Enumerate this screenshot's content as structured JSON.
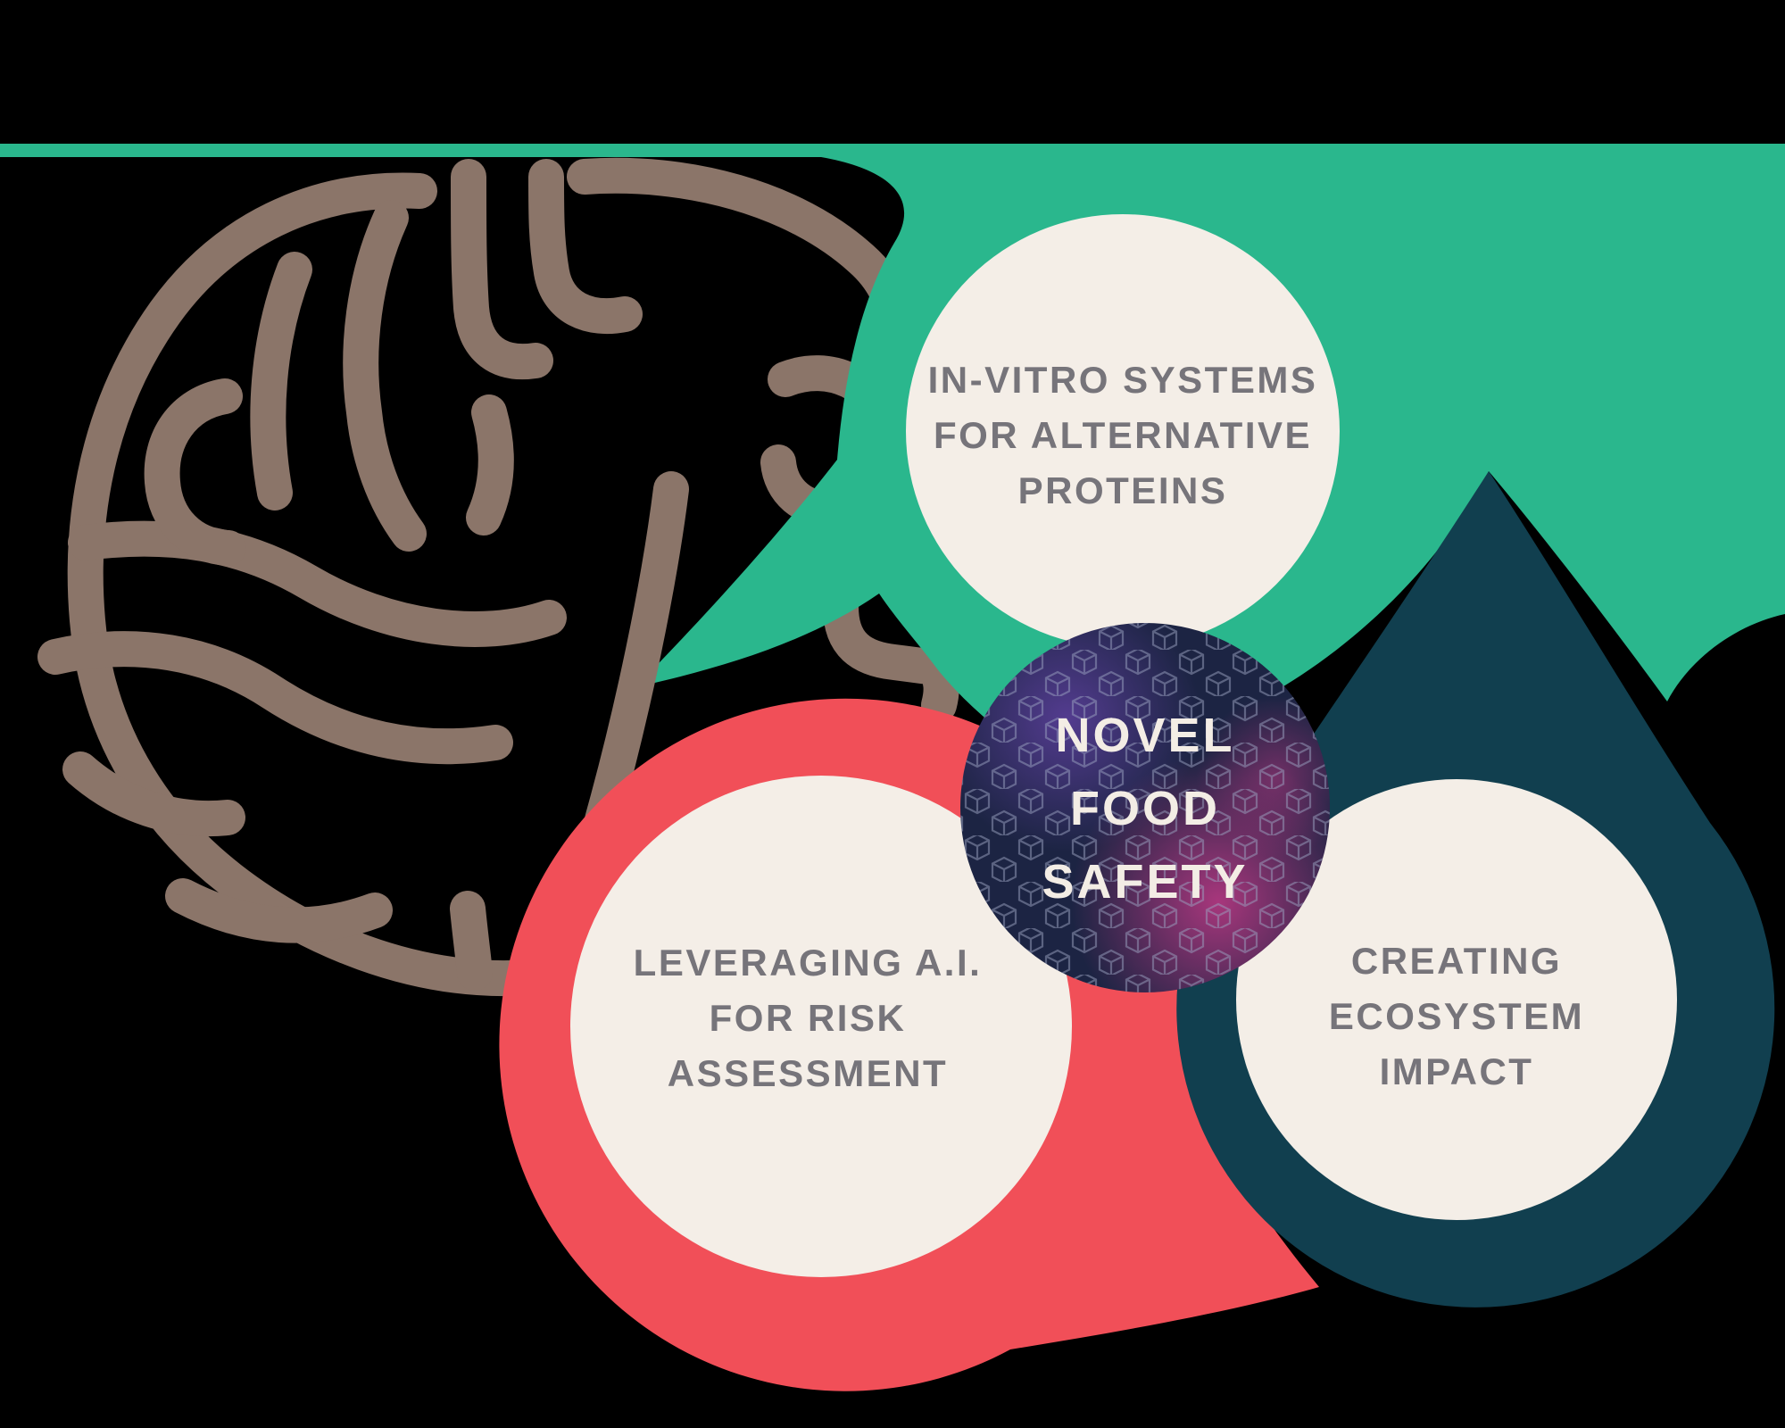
{
  "background_color": "#000000",
  "palette": {
    "green": "#2ab78d",
    "coral": "#f14f58",
    "dark_teal": "#113f4f",
    "navy": "#1c2443",
    "cream": "#f4eee7",
    "taupe": "#8b7569",
    "label_gray": "#76747a",
    "center_text": "#f3ede5",
    "pattern_line": "#99a2c0",
    "glow_magenta": "#c03a86",
    "glow_purple": "#6b46b0"
  },
  "center": {
    "lines": [
      "NOVEL",
      "FOOD",
      "SAFETY"
    ]
  },
  "nodes": [
    {
      "id": "in-vitro",
      "lines": [
        "IN-VITRO SYSTEMS",
        "FOR ALTERNATIVE",
        "PROTEINS"
      ]
    },
    {
      "id": "ai-risk",
      "lines": [
        "LEVERAGING A.I.",
        "FOR RISK",
        "ASSESSMENT"
      ]
    },
    {
      "id": "ecosystem",
      "lines": [
        "CREATING",
        "ECOSYSTEM",
        "IMPACT"
      ]
    }
  ]
}
